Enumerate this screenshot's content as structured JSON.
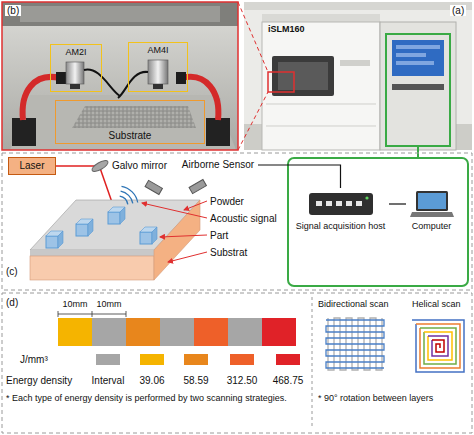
{
  "diagram": {
    "nodes": [
      {
        "text": [
          "AM2I"
        ]
      },
      {
        "text": [
          "AM4I"
        ]
      },
      {
        "text": [
          "Substrate"
        ]
      },
      {
        "text": [
          "Laser"
        ]
      },
      {
        "text": [
          "Airborne Sensor"
        ]
      },
      {
        "text": [
          "Signal acquisition host"
        ]
      },
      {
        "text": [
          "Computer"
        ]
      }
    ],
    "edges": [
      {
        "from": 4,
        "to": 5,
        "arrow": "none"
      },
      {
        "from": 5,
        "to": 6,
        "arrow": "none"
      }
    ],
    "labels": [
      "(b)",
      "(a)",
      "iSLM160",
      "(c)",
      "Galvo mirror",
      "Powder",
      "Acoustic signal",
      "Part",
      "Substrat",
      "(d)",
      "10mm",
      "10mm",
      "J/mm³",
      "Energy density",
      "* Each type of energy density is performed by two scanning strategies.",
      "Bidirectional scan",
      "Helical scan",
      "* 90° rotation between layers"
    ],
    "legend": [
      {
        "text": "Interval",
        "color": "#a6a6a6"
      },
      {
        "text": "39.06",
        "color": "#f5b400"
      },
      {
        "text": "58.59",
        "color": "#e8861c"
      },
      {
        "text": "312.50",
        "color": "#ee6029"
      },
      {
        "text": "468.75",
        "color": "#e02228"
      }
    ]
  }
}
